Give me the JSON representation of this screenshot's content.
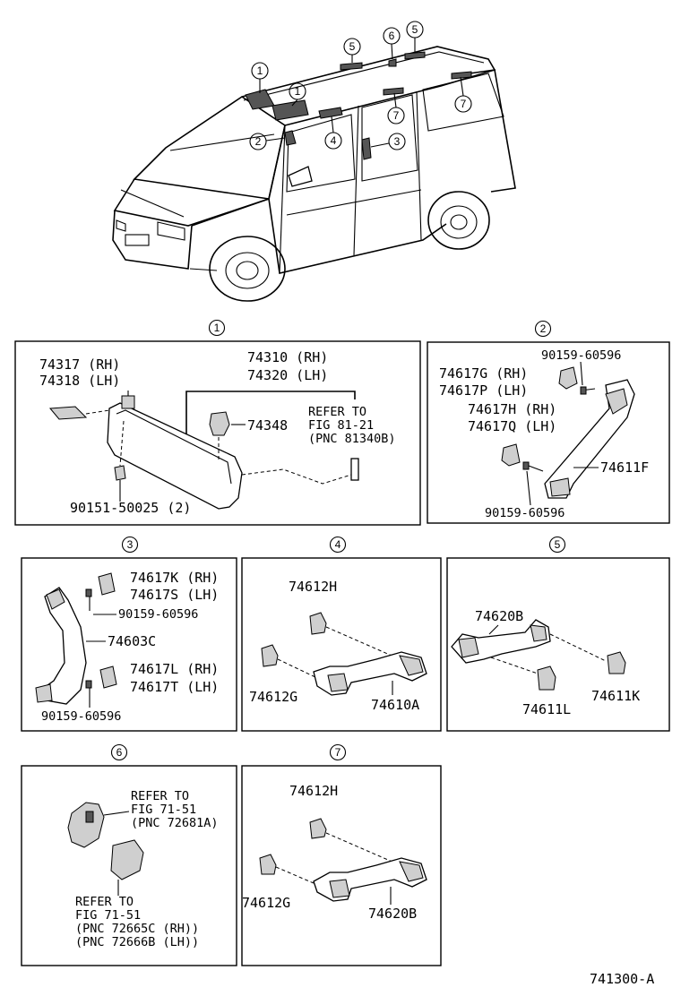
{
  "callouts": [
    "1",
    "2",
    "3",
    "4",
    "5",
    "6",
    "7"
  ],
  "panel1": {
    "number": "1",
    "p74317": "74317 (RH)",
    "p74318": "74318 (LH)",
    "p74310": "74310 (RH)",
    "p74320": "74320 (LH)",
    "p74348": "74348",
    "refer_l1": "REFER TO",
    "refer_l2": "FIG 81-21",
    "refer_l3": "(PNC 81340B)",
    "p90151": "90151-50025 (2)"
  },
  "panel2": {
    "number": "2",
    "p90159_top": "90159-60596",
    "p74617g": "74617G (RH)",
    "p74617p": "74617P (LH)",
    "p74617h": "74617H (RH)",
    "p74617q": "74617Q (LH)",
    "p74611f": "74611F",
    "p90159_bot": "90159-60596"
  },
  "panel3": {
    "number": "3",
    "p74617k": "74617K (RH)",
    "p74617s": "74617S (LH)",
    "p90159_top": "90159-60596",
    "p74603c": "74603C",
    "p74617l": "74617L (RH)",
    "p74617t": "74617T (LH)",
    "p90159_bot": "90159-60596"
  },
  "panel4": {
    "number": "4",
    "p74612h": "74612H",
    "p74612g": "74612G",
    "p74610a": "74610A"
  },
  "panel5": {
    "number": "5",
    "p74620b": "74620B",
    "p74611l": "74611L",
    "p74611k": "74611K"
  },
  "panel6": {
    "number": "6",
    "refer1_l1": "REFER TO",
    "refer1_l2": "FIG 71-51",
    "refer1_l3": "(PNC 72681A)",
    "refer2_l1": "REFER TO",
    "refer2_l2": "FIG 71-51",
    "refer2_l3": "(PNC 72665C (RH))",
    "refer2_l4": "(PNC 72666B (LH))"
  },
  "panel7": {
    "number": "7",
    "p74612h": "74612H",
    "p74612g": "74612G",
    "p74620b": "74620B"
  },
  "figure_code": "741300-A"
}
